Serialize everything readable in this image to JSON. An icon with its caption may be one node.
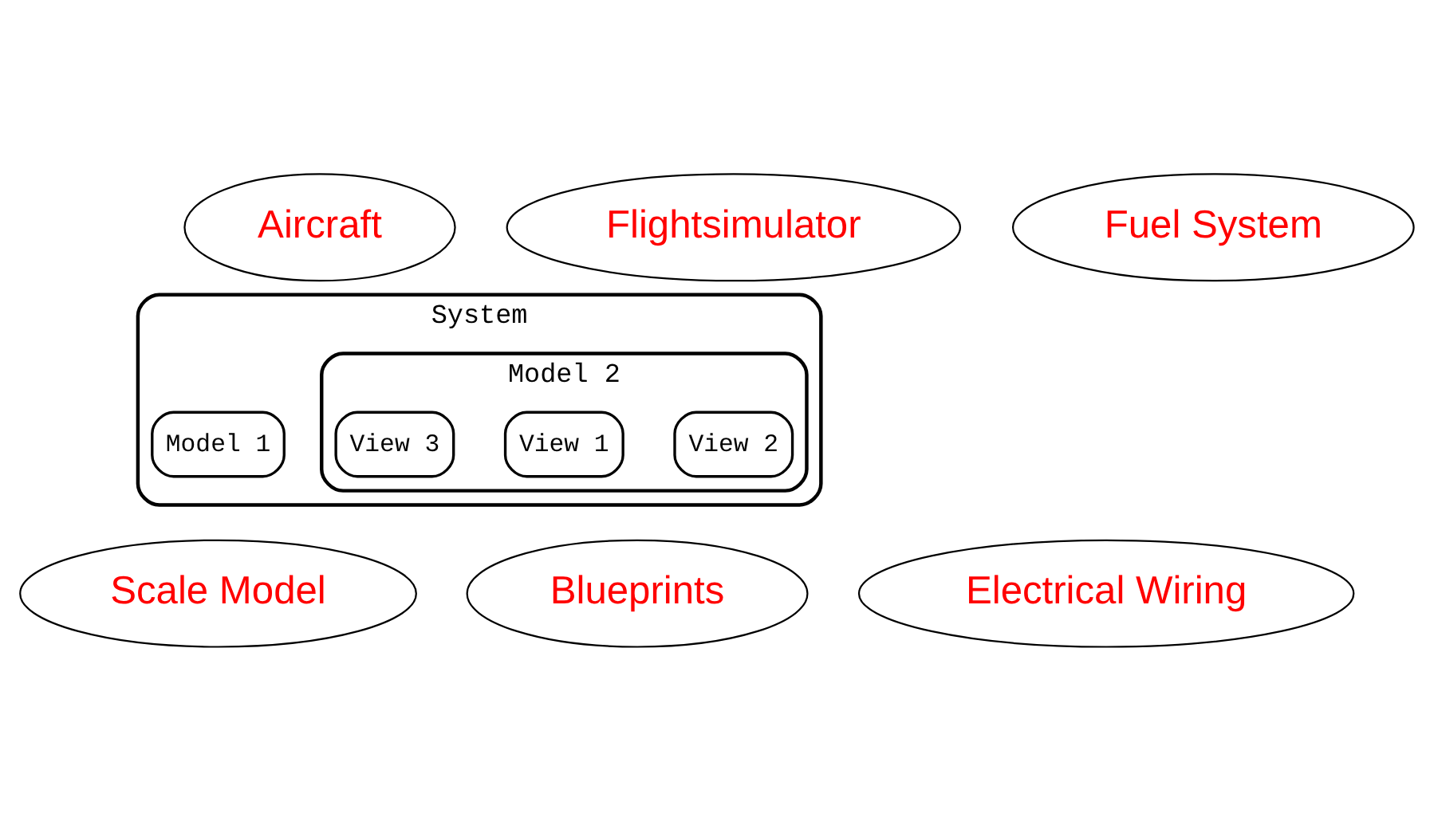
{
  "diagram": {
    "nodes": [
      {
        "text": [
          "Aircraft"
        ]
      },
      {
        "text": [
          "Flightsimulator"
        ]
      },
      {
        "text": [
          "Fuel System"
        ]
      },
      {
        "text": [
          "System"
        ]
      },
      {
        "text": [
          "Model 2"
        ],
        "in": 3
      },
      {
        "text": [
          "View 2"
        ],
        "in": 4
      },
      {
        "text": [
          "View 1"
        ],
        "in": 4
      },
      {
        "text": [
          "View 3"
        ],
        "in": 4
      },
      {
        "text": [
          "Model 1"
        ],
        "in": 3
      },
      {
        "text": [
          "Blueprints"
        ]
      },
      {
        "text": [
          "Scale Model"
        ]
      },
      {
        "text": [
          "Electrical Wiring"
        ]
      }
    ],
    "edges": []
  }
}
